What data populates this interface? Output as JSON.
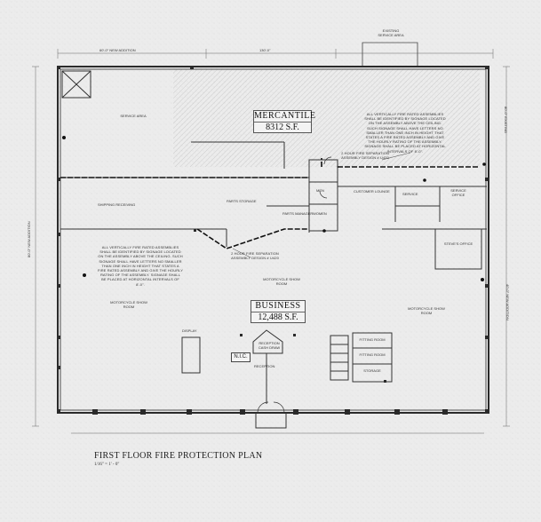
{
  "title": "FIRST FLOOR FIRE PROTECTION PLAN",
  "scale": "1/16\" = 1' - 0\"",
  "areas": {
    "mercantile": {
      "name": "MERCANTILE",
      "sf": "8312 S.F."
    },
    "business": {
      "name": "BUSINESS",
      "sf": "12,488 S.F."
    }
  },
  "rooms": {
    "service_area_north": "SERVICE AREA",
    "shipping_receiving": "SHIPPING RECEIVING",
    "parts_storage": "PARTS STORAGE",
    "parts_manager": "PARTS MANAGER",
    "customer_lounge": "CUSTOMER LOUNGE",
    "service": "SERVICE",
    "service_office": "SERVICE OFFICE",
    "steves_office": "STEVE'S OFFICE",
    "moto_showroom_west": "MOTORCYCLE SHOW ROOM",
    "moto_showroom_center": "MOTORCYCLE SHOW ROOM",
    "moto_showroom_east": "MOTORCYCLE SHOW ROOM",
    "display": "DISPLAY",
    "reception_cash_draw": "RECEPTION CASH DRAW",
    "reception": "RECEPTION",
    "fitting_room_1": "FITTING ROOM",
    "fitting_room_2": "FITTING ROOM",
    "storage": "STORAGE",
    "mens": "MEN",
    "womens": "WOMEN",
    "existing_service_area": "EXISTING SERVICE AREA"
  },
  "nic": "N.I.C.",
  "notes": {
    "north": "ALL VERTICALLY FIRE RATED ASSEMBLIES SHALL BE IDENTIFIED BY SIGNAGE LOCATED ON THE ASSEMBLY ABOVE THE CEILING. SUCH SIGNAGE SHALL HAVE LETTERS NO SMALLER THAN ONE INCH IN HEIGHT THAT STATES A FIRE RATED ASSEMBLY AND GIVE THE HOURLY RATING OF THE ASSEMBLY. SIGNAGE SHALL BE PLACED AT HORIZONTAL INTERVALS OF 8'-0\".",
    "west": "ALL VERTICALLY FIRE RATED ASSEMBLIES SHALL BE IDENTIFIED BY SIGNAGE LOCATED ON THE ASSEMBLY ABOVE THE CEILING. SUCH SIGNAGE SHALL HAVE LETTERS NO SMALLER THAN ONE INCH IN HEIGHT THAT STATES A FIRE RATED ASSEMBLY AND GIVE THE HOURLY RATING OF THE ASSEMBLY. SIGNAGE SHALL BE PLACED AT HORIZONTAL INTERVALS OF 8'-0\"."
  },
  "separations": {
    "north": "2 HOUR FIRE SEPARATION ASSEMBLY DESIGN # U420",
    "west": "2 HOUR FIRE SEPARATION ASSEMBLY DESIGN # U420"
  },
  "dimensions": {
    "left_top": "60'-0\" NEW ADDITION",
    "top_mid": "130'-0\"",
    "right_top": "80'-0\" EXISTING",
    "left_side": "80'-0\" NEW ADDITION",
    "right_side": "40'-0\" NEW ADDITION"
  },
  "colors": {
    "paper": "#ececec",
    "line": "#2a2a2a",
    "fire_line": "#111111"
  }
}
